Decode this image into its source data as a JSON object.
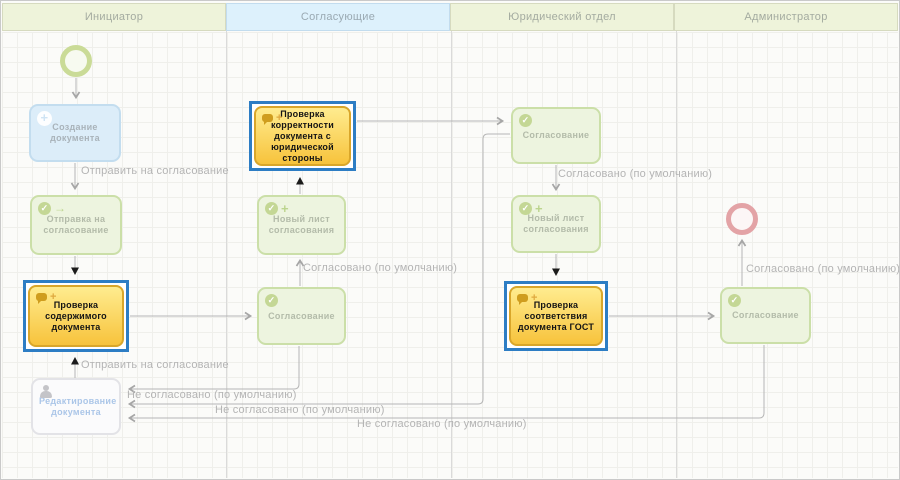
{
  "lanes": [
    {
      "label": "Инициатор",
      "selected": false
    },
    {
      "label": "Согласующие",
      "selected": true
    },
    {
      "label": "Юридический отдел",
      "selected": false
    },
    {
      "label": "Администратор",
      "selected": false
    }
  ],
  "nodes": {
    "create_document": {
      "title": "Создание документа"
    },
    "send_for_approval": {
      "title": "Отправка на согласование"
    },
    "check_content": {
      "title": "Проверка содержимого документа",
      "selected": true
    },
    "edit_document": {
      "title": "Редактирование документа",
      "disabled": true
    },
    "approval_coordinators": {
      "title": "Согласование"
    },
    "new_sheet_coordinators": {
      "title": "Новый лист согласования"
    },
    "check_legal": {
      "title": "Проверка корректности документа с юридической стороны",
      "selected": true
    },
    "approval_legal": {
      "title": "Согласование"
    },
    "new_sheet_legal": {
      "title": "Новый лист согласования"
    },
    "check_gost": {
      "title": "Проверка соответствия документа ГОСТ",
      "selected": true
    },
    "approval_admin": {
      "title": "Согласование"
    }
  },
  "edge_labels": {
    "send_1": "Отправить на согласование",
    "send_2": "Отправить на согласование",
    "approved_1": "Согласовано (по умолчанию)",
    "approved_2": "Согласовано (по умолчанию)",
    "approved_3": "Согласовано (по умолчанию)",
    "not_approved_1": "Не согласовано (по умолчанию)",
    "not_approved_2": "Не согласовано (по умолчанию)",
    "not_approved_3": "Не согласовано (по умолчанию)"
  },
  "colors": {
    "selection_border": "#2d7dc4",
    "task_yellow_top": "#ffec8f",
    "task_yellow_bottom": "#f7c33c",
    "task_green_bg": "#edf4df",
    "task_green_border": "#cbdfa8",
    "task_blue_bg": "#dcedf9",
    "lane_green": "#eef3da",
    "lane_blue": "#ddf1fc",
    "start_event_ring": "#cadb97",
    "end_event_ring": "#e3a3a6",
    "wire_gray": "#b6b6b6"
  }
}
